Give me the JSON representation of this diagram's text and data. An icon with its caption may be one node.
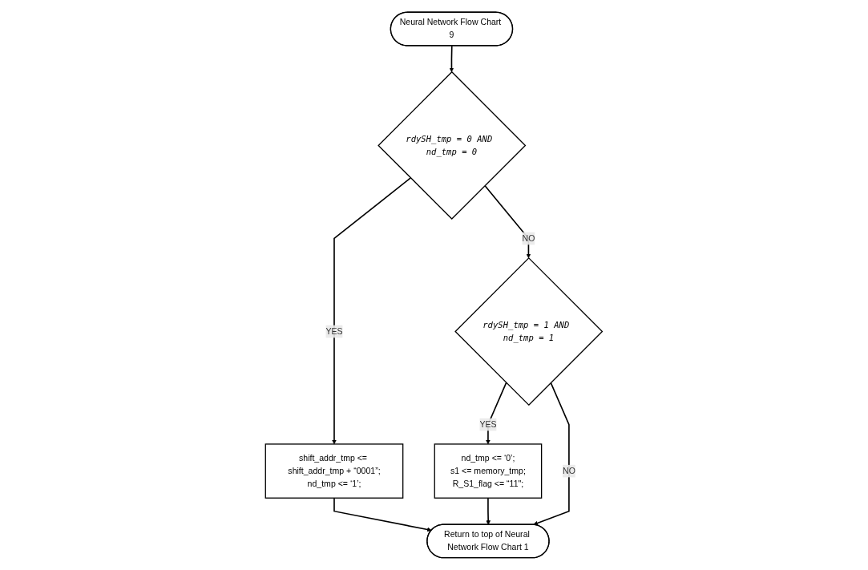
{
  "diagram": {
    "nodes": [
      {
        "text": [
          "Neural Network Flow Chart 9"
        ]
      },
      {
        "text": [
          "rdySH_tmp = 0 AND nd_tmp = 0"
        ]
      },
      {
        "text": [
          "shift_addr_tmp <= shift_addr_tmp + “0001”;",
          "nd_tmp <= ‘1’;"
        ]
      },
      {
        "text": [
          "rdySH_tmp = 1 AND nd_tmp = 1"
        ]
      },
      {
        "text": [
          "nd_tmp <= ‘0’;",
          "s1 <= memory_tmp;",
          "R_S1_flag <= “11\";"
        ]
      },
      {
        "text": [
          "Return to top of Neural Network Flow Chart 1"
        ]
      }
    ],
    "edges": [
      {
        "from": 0,
        "to": 1,
        "arrow": "to"
      },
      {
        "from": 1,
        "to": 2,
        "label": "YES",
        "arrow": "to"
      },
      {
        "from": 1,
        "to": 3,
        "label": "NO",
        "arrow": "to"
      },
      {
        "from": 3,
        "to": 4,
        "label": "YES",
        "arrow": "to"
      },
      {
        "from": 3,
        "to": 5,
        "label": "NO",
        "arrow": "to"
      },
      {
        "from": 2,
        "to": 5,
        "arrow": "to"
      },
      {
        "from": 4,
        "to": 5,
        "arrow": "to"
      }
    ]
  }
}
